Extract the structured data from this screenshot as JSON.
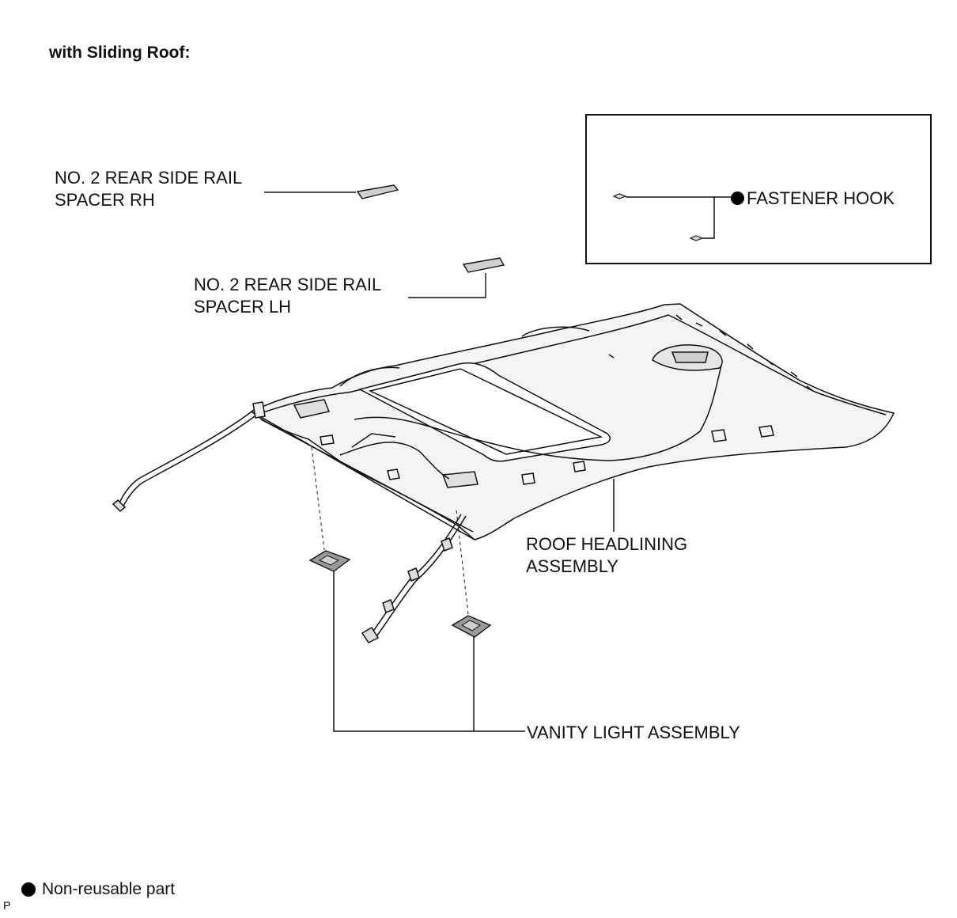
{
  "title": "with Sliding Roof:",
  "labels": {
    "spacer_rh": "NO. 2 REAR SIDE RAIL\nSPACER RH",
    "spacer_lh": "NO. 2 REAR SIDE RAIL\nSPACER LH",
    "fastener_hook": "FASTENER HOOK",
    "roof_headlining": "ROOF HEADLINING\nASSEMBLY",
    "vanity_light": "VANITY LIGHT ASSEMBLY"
  },
  "legend": {
    "symbol": "filled-circle",
    "text": "Non-reusable part"
  },
  "figure_code": "P",
  "colors": {
    "line": "#111111",
    "part_fill": "#cfcfcf",
    "background": "#ffffff"
  }
}
